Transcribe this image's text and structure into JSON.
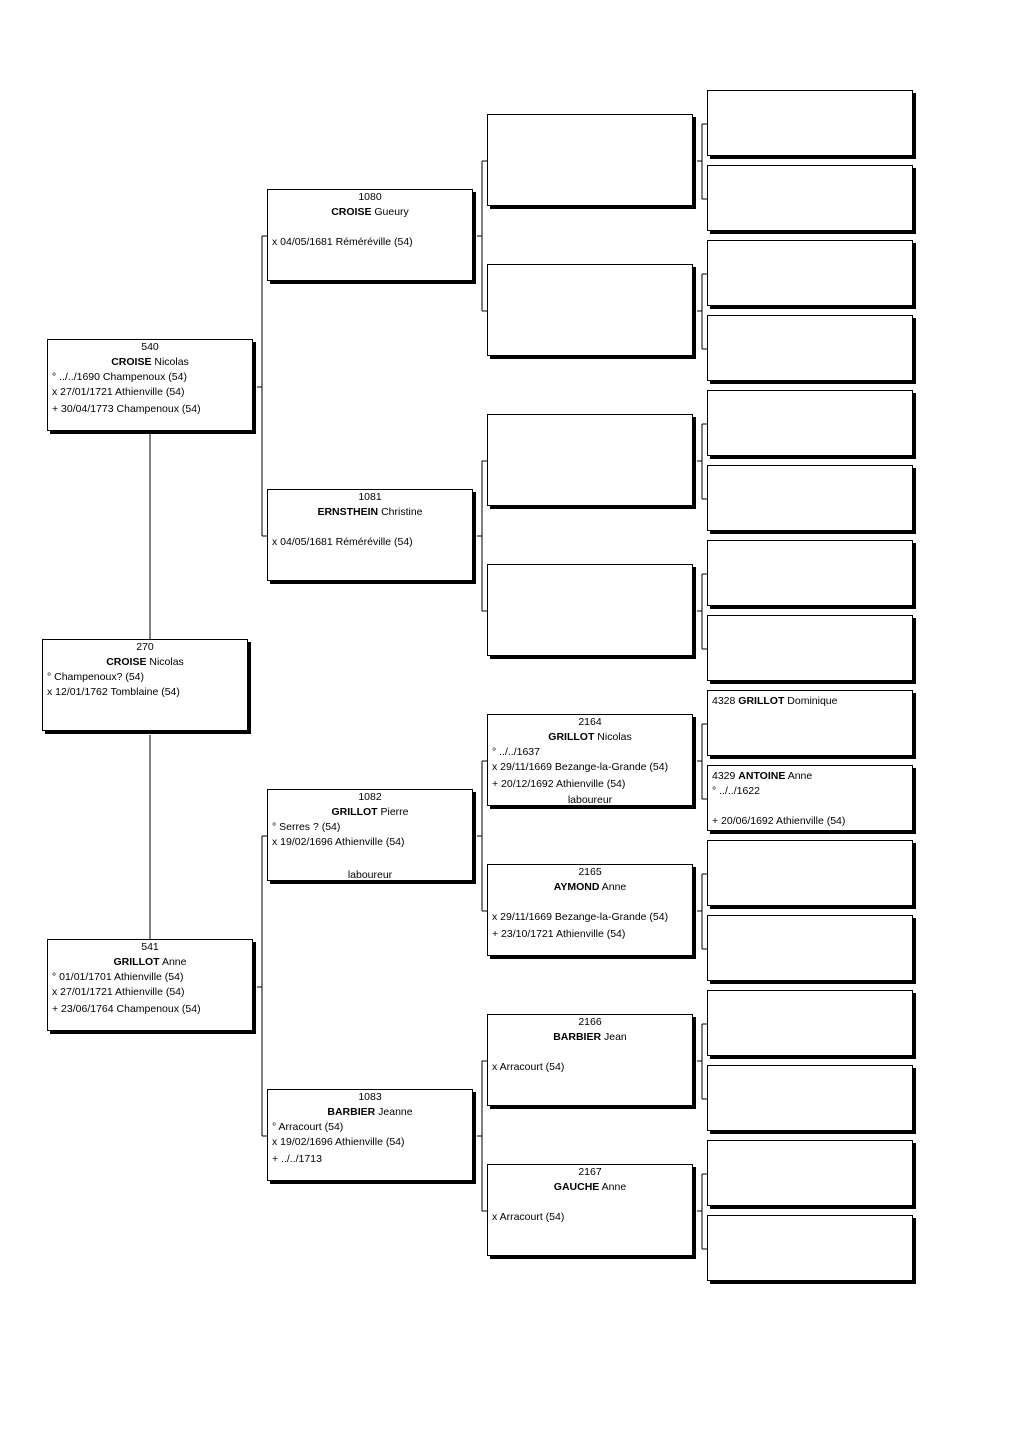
{
  "persons": {
    "p270": {
      "number": "270",
      "surname": "CROISE",
      "given": "Nicolas",
      "birth": "° Champenoux? (54)",
      "marriage": "x 12/01/1762 Tomblaine (54)"
    },
    "p540": {
      "number": "540",
      "surname": "CROISE",
      "given": "Nicolas",
      "birth": "° ../../1690 Champenoux (54)",
      "marriage": "x 27/01/1721 Athienville (54)",
      "death": "+ 30/04/1773 Champenoux (54)"
    },
    "p541": {
      "number": "541",
      "surname": "GRILLOT",
      "given": "Anne",
      "birth": "° 01/01/1701 Athienville (54)",
      "marriage": "x 27/01/1721 Athienville (54)",
      "death": "+ 23/06/1764 Champenoux (54)"
    },
    "p1080": {
      "number": "1080",
      "surname": "CROISE",
      "given": "Gueury",
      "marriage": "x 04/05/1681 Réméréville (54)"
    },
    "p1081": {
      "number": "1081",
      "surname": "ERNSTHEIN",
      "given": "Christine",
      "marriage": "x 04/05/1681 Réméréville (54)"
    },
    "p1082": {
      "number": "1082",
      "surname": "GRILLOT",
      "given": "Pierre",
      "birth": "° Serres ? (54)",
      "marriage": "x 19/02/1696 Athienville (54)",
      "occupation": "laboureur"
    },
    "p1083": {
      "number": "1083",
      "surname": "BARBIER",
      "given": "Jeanne",
      "birth": "° Arracourt (54)",
      "marriage": "x 19/02/1696 Athienville (54)",
      "death": "+ ../../1713"
    },
    "p2164": {
      "number": "2164",
      "surname": "GRILLOT",
      "given": "Nicolas",
      "birth": "° ../../1637",
      "marriage": "x 29/11/1669 Bezange-la-Grande (54)",
      "death": "+ 20/12/1692 Athienville (54)",
      "occupation": "laboureur"
    },
    "p2165": {
      "number": "2165",
      "surname": "AYMOND",
      "given": "Anne",
      "marriage": "x 29/11/1669 Bezange-la-Grande (54)",
      "death": "+ 23/10/1721 Athienville (54)"
    },
    "p2166": {
      "number": "2166",
      "surname": "BARBIER",
      "given": "Jean",
      "marriage": "x Arracourt (54)"
    },
    "p2167": {
      "number": "2167",
      "surname": "GAUCHE",
      "given": "Anne",
      "marriage": "x Arracourt (54)"
    },
    "p4328": {
      "number": "4328",
      "surname": "GRILLOT",
      "given": "Dominique"
    },
    "p4329": {
      "number": "4329",
      "surname": "ANTOINE",
      "given": "Anne",
      "birth": "° ../../1622",
      "death": "+ 20/06/1692 Athienville (54)"
    }
  }
}
